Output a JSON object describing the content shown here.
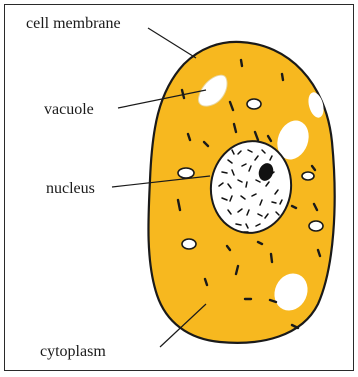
{
  "diagram": {
    "labels": {
      "cell_membrane": "cell membrane",
      "vacuole": "vacuole",
      "nucleus": "nucleus",
      "cytoplasm": "cytoplasm"
    },
    "colors": {
      "cytoplasm_fill": "#F7B81F",
      "outline": "#1a1a1a",
      "vacuole_fill": "#ffffff",
      "nucleus_fill": "#ffffff",
      "chromatin": "#111111"
    }
  }
}
